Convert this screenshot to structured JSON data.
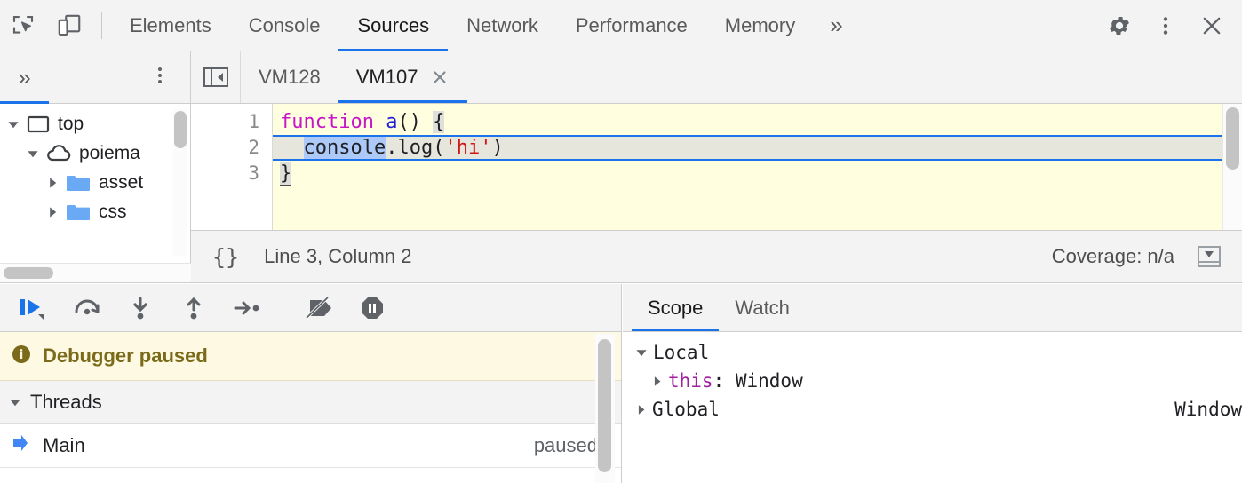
{
  "toolbar": {
    "inspect_icon": "inspect-element-icon",
    "device_icon": "device-toolbar-icon",
    "tabs": [
      {
        "label": "Elements",
        "active": false
      },
      {
        "label": "Console",
        "active": false
      },
      {
        "label": "Sources",
        "active": true
      },
      {
        "label": "Network",
        "active": false
      },
      {
        "label": "Performance",
        "active": false
      },
      {
        "label": "Memory",
        "active": false
      }
    ],
    "more_tabs_label": "»",
    "settings_icon": "gear-icon",
    "kebab_icon": "more-options-icon",
    "close_icon": "close-icon"
  },
  "navigator": {
    "more_tabs_label": "»",
    "kebab_icon": "more-options-icon",
    "tree": [
      {
        "label": "top",
        "icon": "frame-icon",
        "expanded": true,
        "depth": 0
      },
      {
        "label": "poiema",
        "icon": "cloud-icon",
        "expanded": true,
        "depth": 1
      },
      {
        "label": "asset",
        "icon": "folder-icon",
        "expanded": false,
        "depth": 2
      },
      {
        "label": "css",
        "icon": "folder-icon",
        "expanded": false,
        "depth": 2
      }
    ]
  },
  "editor": {
    "collapse_icon": "collapse-sidebar-icon",
    "tabs": [
      {
        "label": "VM128",
        "active": false,
        "closable": false
      },
      {
        "label": "VM107",
        "active": true,
        "closable": true
      }
    ],
    "close_icon": "close-icon",
    "line_numbers": [
      "1",
      "2",
      "3"
    ],
    "code_lines": [
      {
        "number": "1",
        "execution": false,
        "tokens": [
          {
            "text": "function",
            "type": "keyword"
          },
          {
            "text": " ",
            "type": "plain"
          },
          {
            "text": "a",
            "type": "fname"
          },
          {
            "text": "() ",
            "type": "plain"
          },
          {
            "text": "{",
            "type": "bracket-match"
          }
        ]
      },
      {
        "number": "2",
        "execution": true,
        "tokens": [
          {
            "text": "  ",
            "type": "plain"
          },
          {
            "text": "console",
            "type": "selected"
          },
          {
            "text": ".log(",
            "type": "plain"
          },
          {
            "text": "'hi'",
            "type": "string"
          },
          {
            "text": ")",
            "type": "plain"
          }
        ]
      },
      {
        "number": "3",
        "execution": false,
        "tokens": [
          {
            "text": "}",
            "type": "bracket-match-underline"
          }
        ]
      }
    ],
    "status": {
      "pretty_print_label": "{}",
      "position": "Line 3, Column 2",
      "coverage": "Coverage: n/a",
      "popout_icon": "popout-drawer-icon"
    }
  },
  "debugger": {
    "controls": [
      {
        "name": "resume-script-execution",
        "icon": "resume-icon"
      },
      {
        "name": "step-over-next-function-call",
        "icon": "step-over-icon"
      },
      {
        "name": "step-into-next-function-call",
        "icon": "step-into-icon"
      },
      {
        "name": "step-out-of-current-function",
        "icon": "step-out-icon"
      },
      {
        "name": "step",
        "icon": "step-icon"
      },
      {
        "name": "deactivate-breakpoints",
        "icon": "deactivate-breakpoints-icon"
      },
      {
        "name": "pause-on-exceptions",
        "icon": "pause-on-exceptions-icon"
      }
    ],
    "banner": {
      "icon": "info-icon",
      "text": "Debugger paused"
    },
    "threads_section": {
      "title": "Threads",
      "expanded": true,
      "rows": [
        {
          "name": "Main",
          "state": "paused",
          "selected": true
        }
      ]
    }
  },
  "scope": {
    "tabs": [
      {
        "label": "Scope",
        "active": true
      },
      {
        "label": "Watch",
        "active": false
      }
    ],
    "rows": [
      {
        "depth": 0,
        "expanded": true,
        "key": "Local",
        "key_style": "plain",
        "value": "",
        "right": ""
      },
      {
        "depth": 1,
        "expanded": false,
        "key": "this",
        "key_style": "this",
        "value": ": Window",
        "right": ""
      },
      {
        "depth": 0,
        "expanded": false,
        "key": "Global",
        "key_style": "plain",
        "value": "",
        "right": "Window"
      }
    ]
  },
  "colors": {
    "accent_blue": "#1a73e8",
    "toolbar_bg": "#f3f3f3",
    "code_bg": "#ffffe0",
    "exec_line_bg": "#e6e6dd",
    "selection_blue": "#adc9f7",
    "paused_banner_bg": "#fdf9e2",
    "paused_text": "#7a6a19",
    "keyword_magenta": "#c715c7",
    "string_red": "#d21515",
    "function_blue": "#2020d8",
    "folder_blue": "#6aa9f4"
  }
}
